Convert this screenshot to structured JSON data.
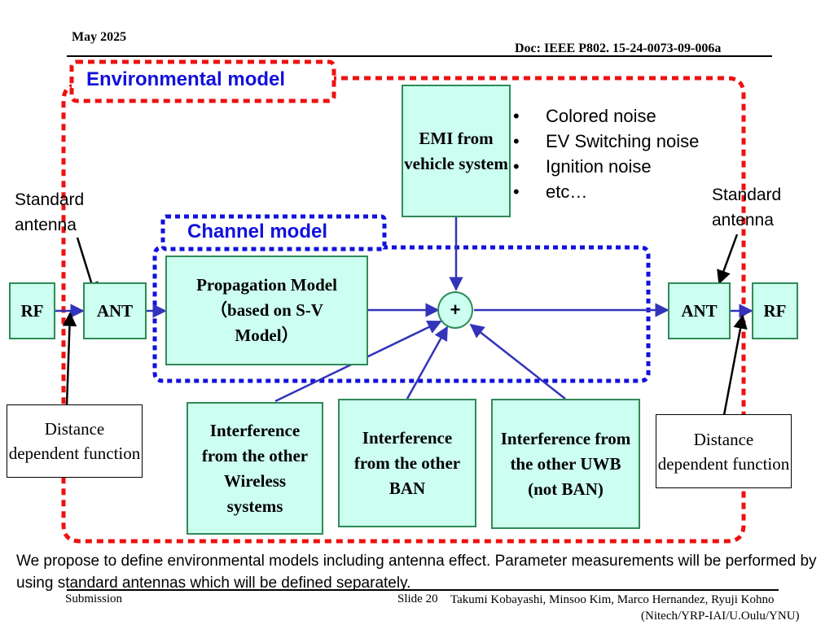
{
  "header": {
    "date": "May 2025",
    "doc": "Doc: IEEE P802. 15-24-0073-09-006a"
  },
  "diagram": {
    "environmental_model_label": "Environmental model",
    "channel_model_label": "Channel model",
    "emi_box": "EMI from vehicle system",
    "noise_list": [
      "Colored noise",
      "EV Switching noise",
      "Ignition noise",
      "etc…"
    ],
    "standard_antenna_left": "Standard antenna",
    "standard_antenna_right": "Standard antenna",
    "rf_left": "RF",
    "ant_left": "ANT",
    "propagation_line1": "Propagation Model",
    "propagation_line2": "（based on S-V",
    "propagation_line3": "Model）",
    "sum_node": "+",
    "ant_right": "ANT",
    "rf_right": "RF",
    "distance_left": "Distance dependent function",
    "distance_right": "Distance dependent function",
    "interf_wireless": "Interference from the other Wireless systems",
    "interf_ban": "Interference from the other BAN",
    "interf_uwb": "Interference from the other UWB (not BAN)"
  },
  "caption": "We propose to define environmental models including antenna effect. Parameter measurements will be performed by using standard antennas which will be defined separately.",
  "footer": {
    "submission": "Submission",
    "slide": "Slide 20",
    "authors": "Takumi Kobayashi, Minsoo Kim, Marco Hernandez, Ryuji Kohno",
    "affiliation": "(Nitech/YRP-IAI/U.Oulu/YNU)"
  },
  "colors": {
    "box_fill": "#ccfff0",
    "box_border": "#2e8b57",
    "environment_dash": "#ee1111",
    "channel_dash": "#1111dd",
    "arrow": "#3333bb"
  }
}
